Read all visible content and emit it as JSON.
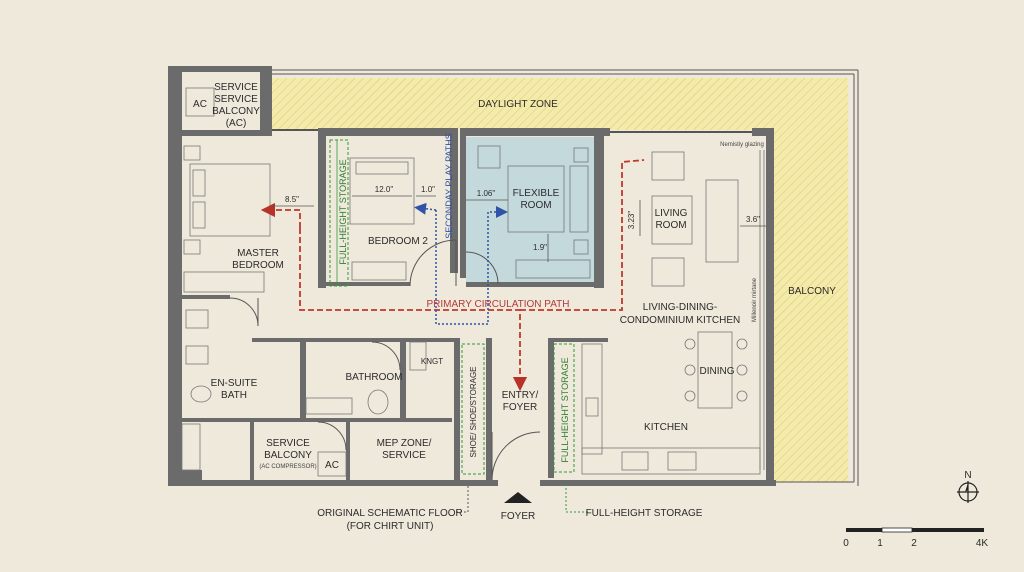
{
  "rooms": {
    "daylight_zone": "DAYLIGHT ZONE",
    "service_balcony_top_line1": "SERVICE",
    "service_balcony_top_line2": "SERVICE",
    "service_balcony_top_line3": "BALCONY",
    "service_balcony_top_line4": "(AC)",
    "ac_top": "AC",
    "master_bedroom_line1": "MASTER",
    "master_bedroom_line2": "BEDROOM",
    "bedroom2": "BEDROOM 2",
    "flexible_room_line1": "FLEXIBLE",
    "flexible_room_line2": "ROOM",
    "living_room_line1": "LIVING",
    "living_room_line2": "ROOM",
    "balcony": "BALCONY",
    "living_dining_line1": "LIVING-DINING-",
    "living_dining_line2": "CONDOMINIUM KITCHEN",
    "dining": "DINING",
    "kitchen": "KITCHEN",
    "ensuite_line1": "EN-SUITE",
    "ensuite_line2": "BATH",
    "bathroom": "BATHROOM",
    "kngt": "KNGT",
    "entry_line1": "ENTRY/",
    "entry_line2": "FOYER",
    "service_balcony_bottom_line1": "SERVICE",
    "service_balcony_bottom_line2": "BALCONY",
    "service_balcony_bottom_line3": "(AC COMPRESSOR)",
    "ac_bottom": "AC",
    "mep_line1": "MEP ZONE/",
    "mep_line2": "SERVICE"
  },
  "storage": {
    "full_height_left": "FULL-HEIGHT STORAGE",
    "shoe": "SHOE/ SHOE/STORAGE",
    "full_height_right": "FULL-HEIGHT STORAGE"
  },
  "paths": {
    "primary": "PRIMARY CIRCULATION PATH",
    "secondary": "SECONDAY PLAY PATHS"
  },
  "dimensions": {
    "d_master": "8.5\"",
    "d_bed2_w": "12.0\"",
    "d_bed2_small": "1.0\"",
    "d_flex_w": "1.06\"",
    "d_flex_h": "1.9\"",
    "d_living_v": "3.23\"",
    "d_living_h": "3.6\""
  },
  "notes": {
    "glazing": "Nemistiy glazing",
    "glazing_side": "Millenoir mirtane"
  },
  "callouts": {
    "original_line1": "ORIGINAL SCHEMATIC FLOOR",
    "original_line2": "(FOR CHIRT UNIT)",
    "foyer": "FOYER",
    "full_height_storage": "FULL-HEIGHT STORAGE"
  },
  "compass": {
    "north": "N"
  },
  "scale_bar": {
    "ticks": [
      "0",
      "1",
      "2",
      "4K"
    ]
  },
  "colors": {
    "background": "#efe9dc",
    "wall": "#6b6b6b",
    "daylight_zone": "#f3e8a6",
    "flexible_room": "#bcd6dc",
    "primary_path": "#c0392b",
    "secondary_path": "#2f53a8",
    "storage_line": "#2f9a3a"
  }
}
